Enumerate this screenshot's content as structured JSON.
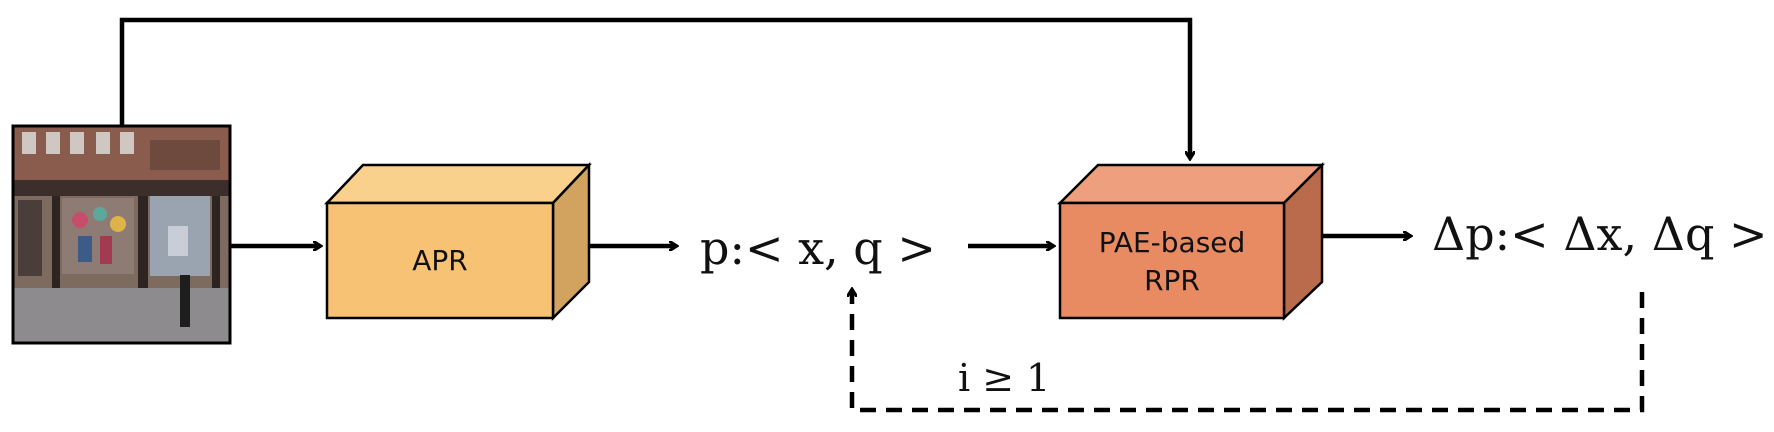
{
  "nodes": {
    "input_image": {
      "icon": "street-storefront-photo"
    },
    "apr": {
      "label": "APR",
      "colors": {
        "front": "#F7C274",
        "top": "#F9D08C",
        "side": "#D1A35E"
      }
    },
    "rpr": {
      "label_line1": "PAE-based",
      "label_line2": "RPR",
      "colors": {
        "front": "#E98B62",
        "top": "#EEA07E",
        "side": "#BA6B4C"
      }
    }
  },
  "labels": {
    "pose": "p:< x, q >",
    "delta_pose": "Δp:< Δx, Δq >",
    "iteration": "i ≥ 1"
  },
  "edges": [
    {
      "from": "input_image",
      "to": "apr",
      "style": "solid"
    },
    {
      "from": "apr",
      "to": "pose",
      "style": "solid"
    },
    {
      "from": "pose",
      "to": "rpr",
      "style": "solid"
    },
    {
      "from": "input_image",
      "to": "rpr",
      "style": "solid"
    },
    {
      "from": "rpr",
      "to": "delta_pose",
      "style": "solid"
    },
    {
      "from": "delta_pose",
      "to": "pose",
      "style": "dashed"
    }
  ]
}
